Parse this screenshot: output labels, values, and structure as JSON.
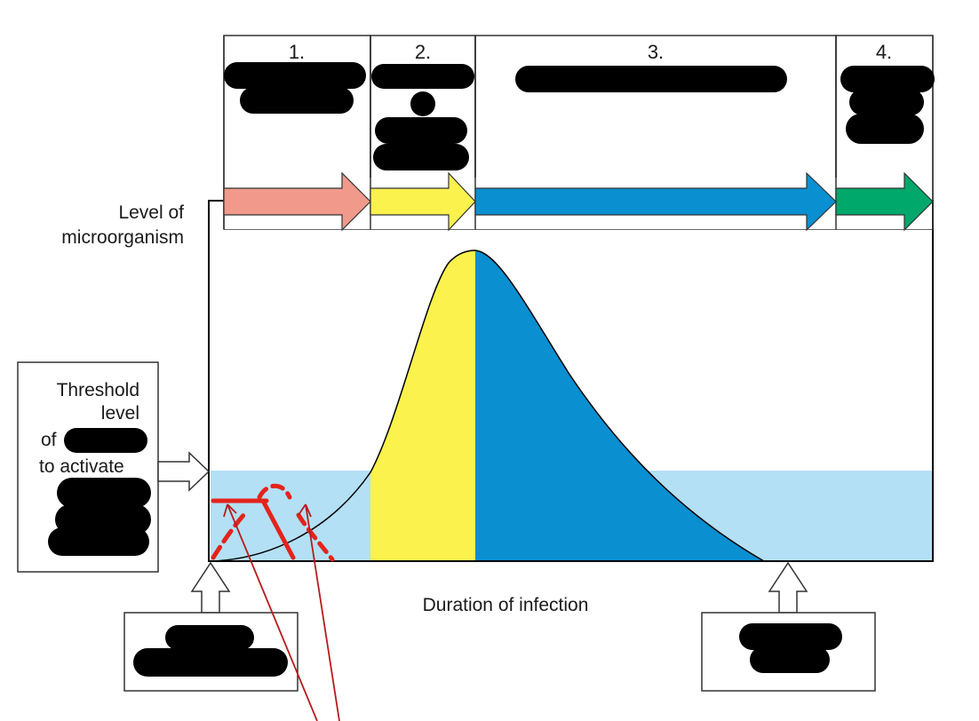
{
  "phases": [
    {
      "number": "1.",
      "color": "#f19a8b"
    },
    {
      "number": "2.",
      "color": "#fbf24e"
    },
    {
      "number": "3.",
      "color": "#0a8fd1"
    },
    {
      "number": "4.",
      "color": "#00a86b"
    }
  ],
  "y_axis_label_line1": "Level of",
  "y_axis_label_line2": "microorganism",
  "x_axis_label": "Duration of infection",
  "threshold_box": {
    "line1": "Threshold",
    "line2": "level",
    "line3": "of",
    "line4": "to activate"
  },
  "colors": {
    "threshold_band": "#b3e0f5",
    "curve_phase1": "#f19a8b",
    "curve_phase2": "#fbf24e",
    "curve_phase3": "#0a8fd1",
    "annotation": "#e4231b",
    "annotation_arrow": "#cc1b1b"
  }
}
